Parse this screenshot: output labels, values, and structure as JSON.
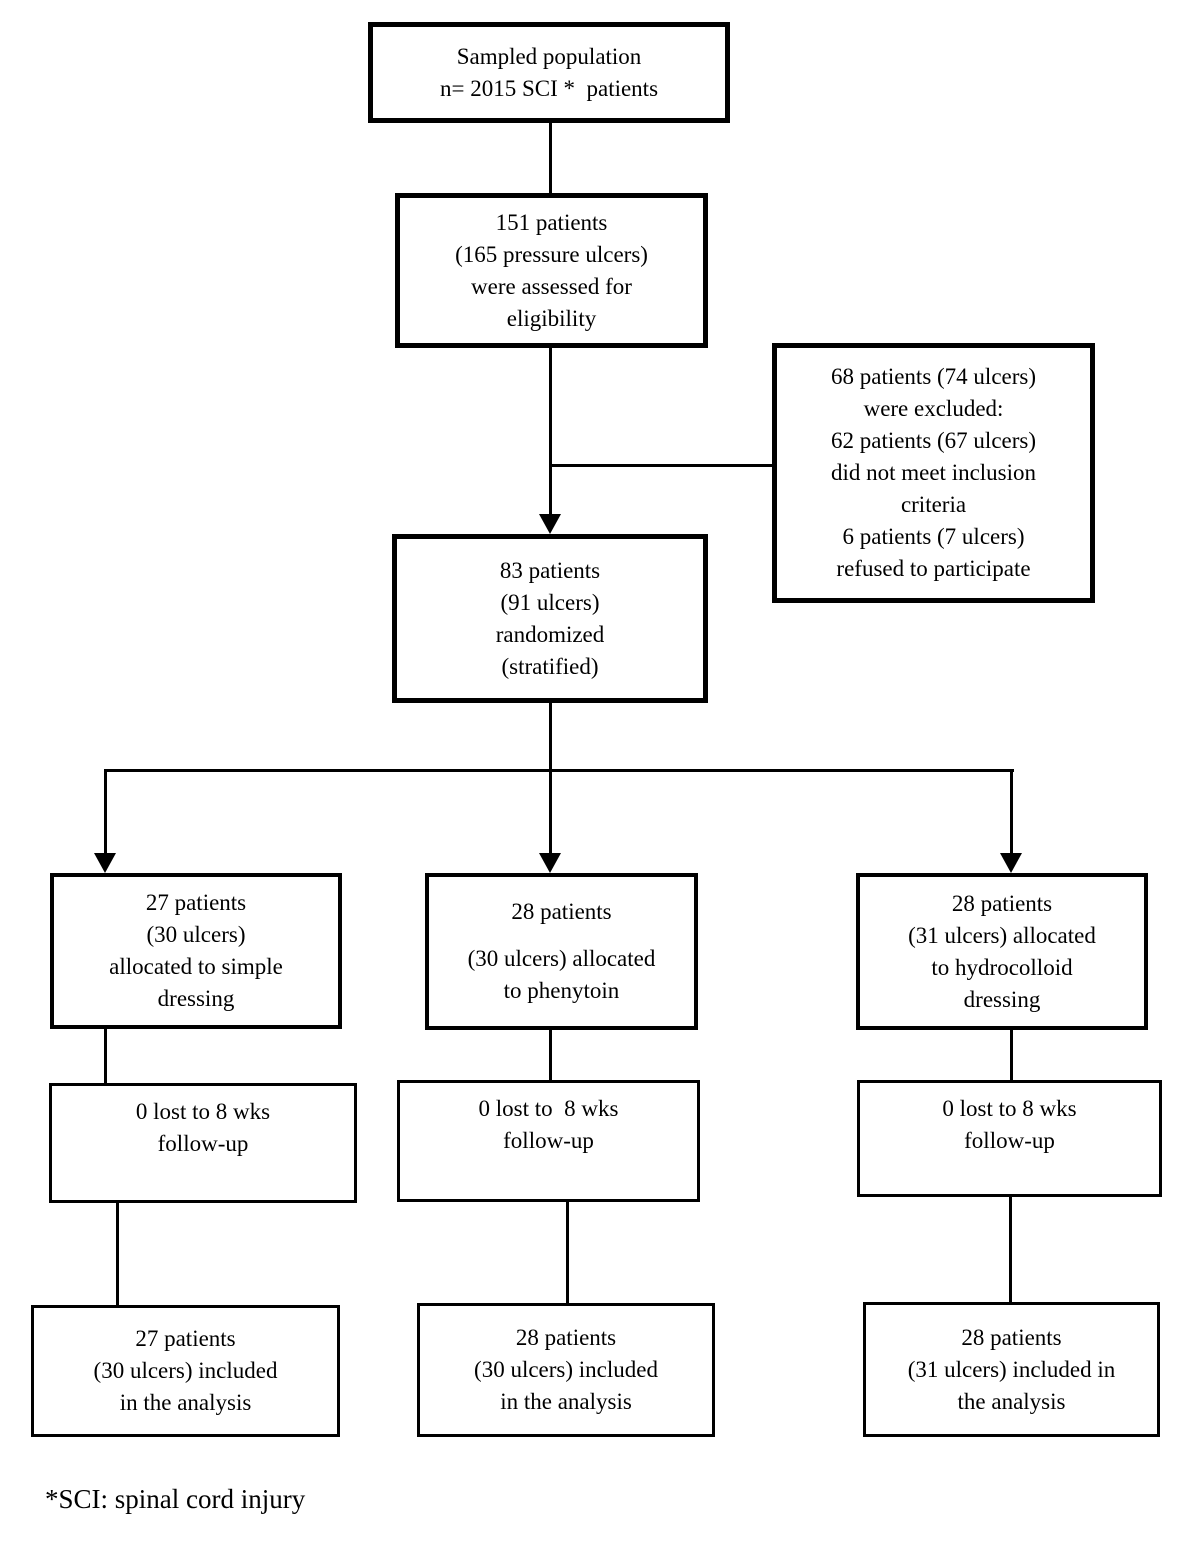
{
  "colors": {
    "ink": "#000000",
    "paper": "#ffffff"
  },
  "boxes": {
    "sampled": {
      "lines": [
        "Sampled population",
        "n= 2015 SCI *  patients"
      ]
    },
    "assessed": {
      "lines": [
        "151 patients",
        "(165 pressure ulcers)",
        "were assessed for",
        "eligibility"
      ]
    },
    "excluded": {
      "lines": [
        "68 patients (74 ulcers)",
        "were excluded:",
        "62 patients (67 ulcers)",
        "did not meet inclusion",
        "criteria",
        "6 patients (7 ulcers)",
        "refused to participate"
      ]
    },
    "randomized": {
      "lines": [
        "83 patients",
        "(91 ulcers)",
        "randomized",
        "(stratified)"
      ]
    },
    "alloc_simple": {
      "lines": [
        "27 patients",
        "(30 ulcers)",
        "allocated to simple",
        "dressing"
      ]
    },
    "alloc_phenytoin": {
      "lines": [
        "28 patients",
        "(30 ulcers) allocated",
        "to phenytoin"
      ]
    },
    "alloc_hydrocolloid": {
      "lines": [
        "28 patients",
        "(31 ulcers) allocated",
        "to hydrocolloid",
        "dressing"
      ]
    },
    "followup_simple": {
      "lines": [
        "0 lost to 8 wks",
        "follow-up"
      ]
    },
    "followup_phenytoin": {
      "lines": [
        "0 lost to  8 wks",
        "follow-up"
      ]
    },
    "followup_hydrocolloid": {
      "lines": [
        "0 lost to 8 wks",
        "follow-up"
      ]
    },
    "analysis_simple": {
      "lines": [
        "27 patients",
        "(30 ulcers) included",
        "in the analysis"
      ]
    },
    "analysis_phenytoin": {
      "lines": [
        "28 patients",
        "(30 ulcers) included",
        "in the analysis"
      ]
    },
    "analysis_hydrocolloid": {
      "lines": [
        "28 patients",
        "(31 ulcers) included in",
        "the analysis"
      ]
    }
  },
  "footnote": "*SCI: spinal cord injury"
}
